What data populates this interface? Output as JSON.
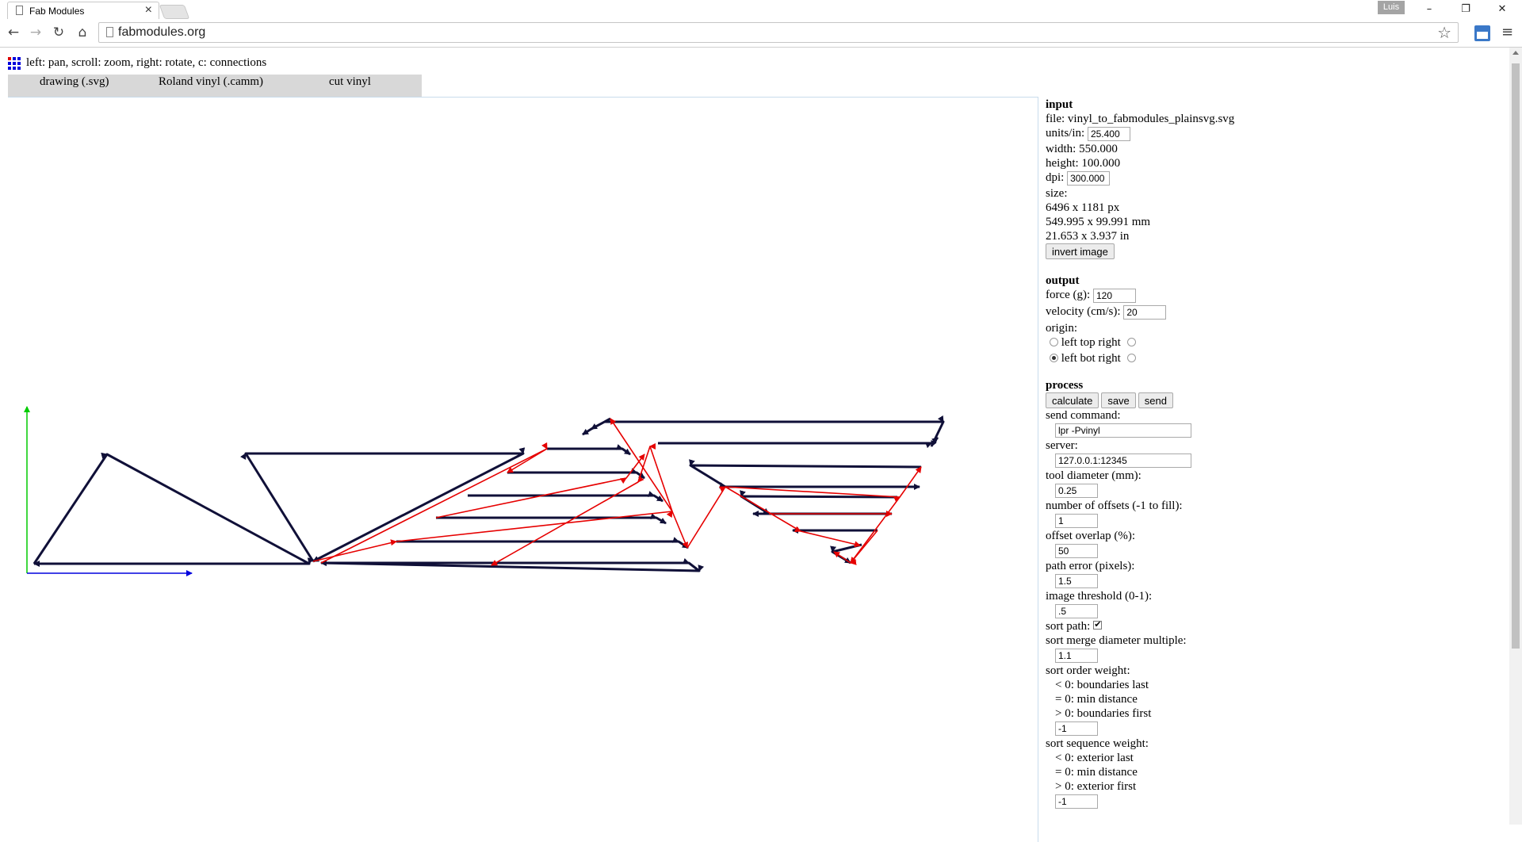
{
  "browser": {
    "tab_title": "Fab Modules",
    "close_glyph": "×",
    "user_badge": "Luis",
    "url": "fabmodules.org",
    "win_minimize": "–",
    "win_restore": "❐",
    "win_close": "✕",
    "back_glyph": "←",
    "forward_glyph": "→",
    "reload_glyph": "↻",
    "home_glyph": "⌂",
    "star_glyph": "☆",
    "menu_glyph": "≡"
  },
  "page": {
    "help_text": "left: pan, scroll: zoom, right: rotate, c: connections",
    "modules": [
      "drawing (.svg)",
      "Roland vinyl (.camm)",
      "cut vinyl"
    ],
    "colors": {
      "path": "#101038",
      "connection": "#e60000",
      "y_axis": "#00cc00",
      "x_axis": "#0000dd"
    }
  },
  "panel": {
    "input": {
      "heading": "input",
      "file": "file: vinyl_to_fabmodules_plainsvg.svg",
      "units_label": "units/in:",
      "units_value": "25.400",
      "width": "width: 550.000",
      "height": "height: 100.000",
      "dpi_label": "dpi:",
      "dpi_value": "300.000",
      "size_label": "size:",
      "size_px": "6496 x 1181 px",
      "size_mm": "549.995 x 99.991 mm",
      "size_in": "21.653 x 3.937 in",
      "invert_button": "invert image"
    },
    "output": {
      "heading": "output",
      "force_label": "force (g):",
      "force_value": "120",
      "velocity_label": "velocity (cm/s):",
      "velocity_value": "20",
      "origin_label": "origin:",
      "origin_top_left": "left",
      "origin_top_right": "top right",
      "origin_bot_left": "left",
      "origin_bot_right": "bot right"
    },
    "process": {
      "heading": "process",
      "calculate": "calculate",
      "save": "save",
      "send": "send",
      "send_command_label": "send command:",
      "send_command_value": "lpr -Pvinyl",
      "server_label": "server:",
      "server_value": "127.0.0.1:12345",
      "tool_diameter_label": "tool diameter (mm):",
      "tool_diameter_value": "0.25",
      "offsets_label": "number of offsets (-1 to fill):",
      "offsets_value": "1",
      "overlap_label": "offset overlap (%):",
      "overlap_value": "50",
      "path_error_label": "path error (pixels):",
      "path_error_value": "1.5",
      "threshold_label": "image threshold (0-1):",
      "threshold_value": ".5",
      "sort_path_label": "sort path:",
      "merge_label": "sort merge diameter multiple:",
      "merge_value": "1.1",
      "order_label": "sort order weight:",
      "order_lt": "< 0: boundaries last",
      "order_eq": "= 0: min distance",
      "order_gt": "> 0: boundaries first",
      "order_value": "-1",
      "sequence_label": "sort sequence weight:",
      "sequence_lt": "< 0: exterior last",
      "sequence_eq": "= 0: min distance",
      "sequence_gt": "> 0: exterior first",
      "sequence_value": "-1"
    }
  }
}
